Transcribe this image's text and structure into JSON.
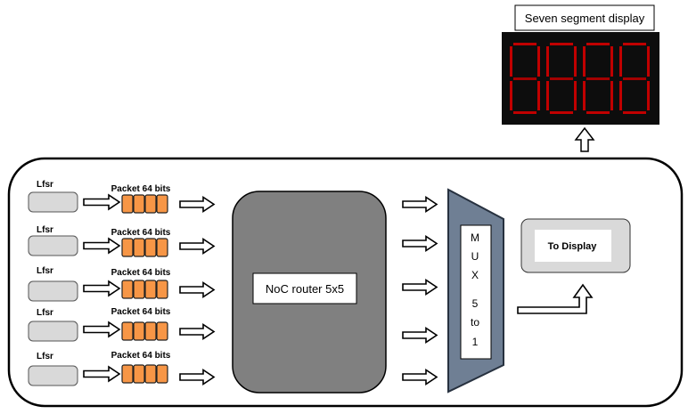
{
  "display_caption": "Seven segment display",
  "lfsr_label": "Lfsr",
  "packet_label": "Packet 64 bits",
  "router_label": "NoC router 5x5",
  "mux_letters": [
    "M",
    "U",
    "X",
    "5",
    "to",
    "1"
  ],
  "output_label": "To Display",
  "colors": {
    "packet_cell": "#f79646",
    "lfsr_fill": "#d9d9d9",
    "router_fill": "#808080",
    "mux_fill": "#6f7f94",
    "display_bg": "#0d0d0d",
    "segment_on": "#c00000"
  }
}
